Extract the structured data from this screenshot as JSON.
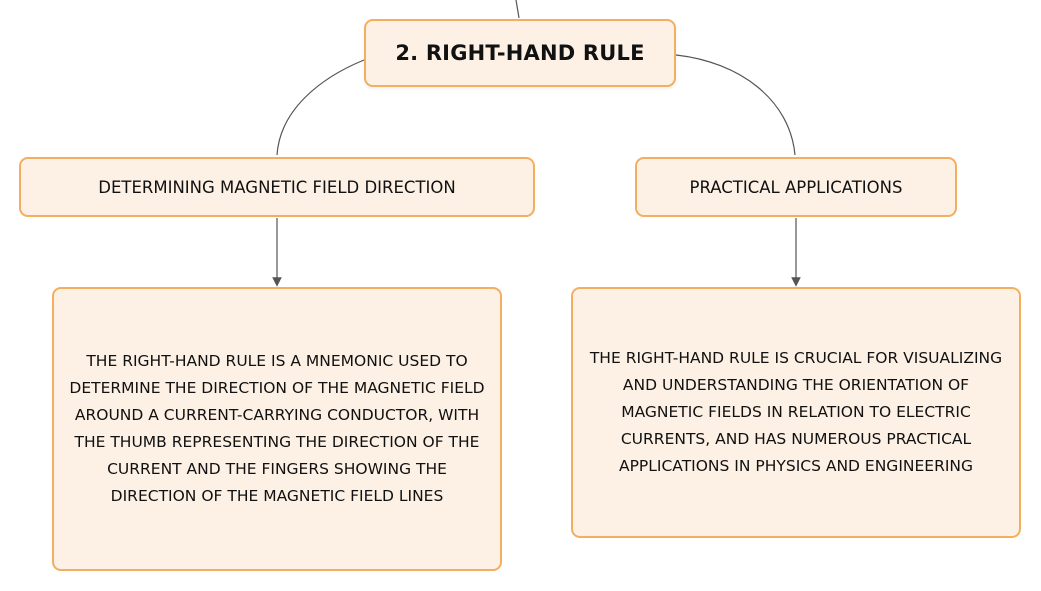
{
  "root": {
    "label": "2. RIGHT-HAND RULE"
  },
  "branches": [
    {
      "label": "DETERMINING MAGNETIC FIELD DIRECTION",
      "detail": "THE RIGHT-HAND RULE IS A MNEMONIC USED TO DETERMINE THE DIRECTION OF THE MAGNETIC FIELD AROUND A CURRENT-CARRYING CONDUCTOR, WITH THE THUMB REPRESENTING THE DIRECTION OF THE CURRENT AND THE FINGERS SHOWING THE DIRECTION OF THE MAGNETIC FIELD LINES"
    },
    {
      "label": "PRACTICAL APPLICATIONS",
      "detail": "THE RIGHT-HAND RULE IS CRUCIAL FOR VISUALIZING AND UNDERSTANDING THE ORIENTATION OF MAGNETIC FIELDS IN RELATION TO ELECTRIC CURRENTS, AND HAS NUMEROUS PRACTICAL APPLICATIONS IN PHYSICS AND ENGINEERING"
    }
  ],
  "colors": {
    "node_fill": "#fdf1e6",
    "node_border": "#f3ae5f",
    "connector": "#555555",
    "text": "#111111"
  }
}
